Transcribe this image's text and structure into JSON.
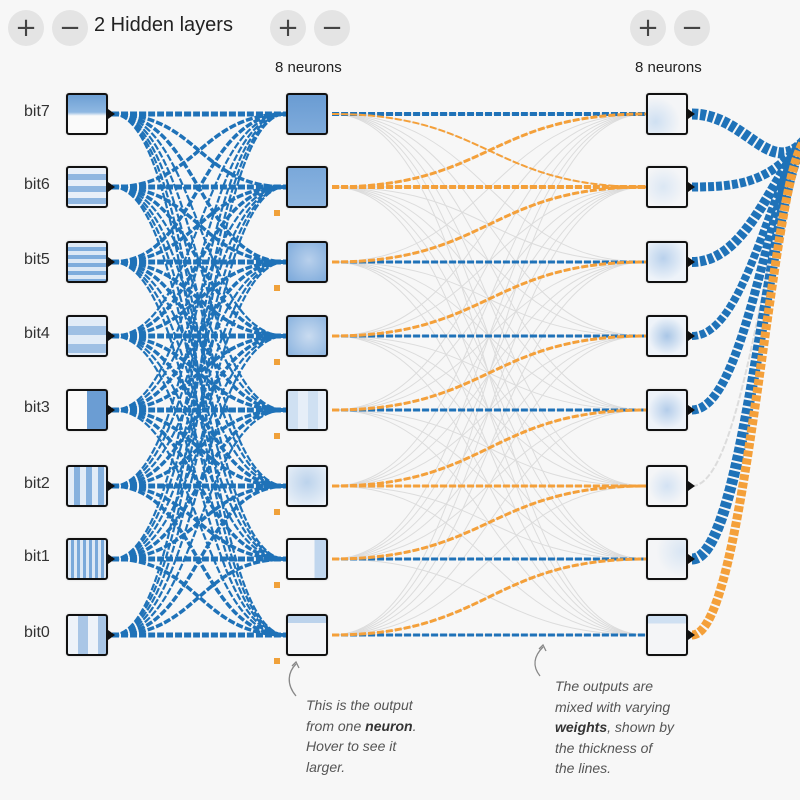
{
  "controls": {
    "add_layer": "+",
    "remove_layer": "−",
    "hidden_layers_label": "2 Hidden layers",
    "layer1_add": "+",
    "layer1_remove": "−",
    "layer2_add": "+",
    "layer2_remove": "−"
  },
  "layers": {
    "layer1_neurons": "8 neurons",
    "layer2_neurons": "8 neurons"
  },
  "features": [
    "bit7",
    "bit6",
    "bit5",
    "bit4",
    "bit3",
    "bit2",
    "bit1",
    "bit0"
  ],
  "notes": {
    "neuron_note_lines": [
      "This is the output",
      "from one ",
      "neuron",
      ". ",
      "Hover to see it",
      "larger."
    ],
    "weights_note_lines": [
      "The outputs are",
      "mixed with varying",
      "weights",
      ", shown by",
      "the thickness of",
      "the lines."
    ]
  },
  "colors": {
    "positive_weight": "#1f72b8",
    "negative_weight": "#f4a03a",
    "faint_link": "#dcdcdc",
    "bias": "#f0a13a"
  }
}
